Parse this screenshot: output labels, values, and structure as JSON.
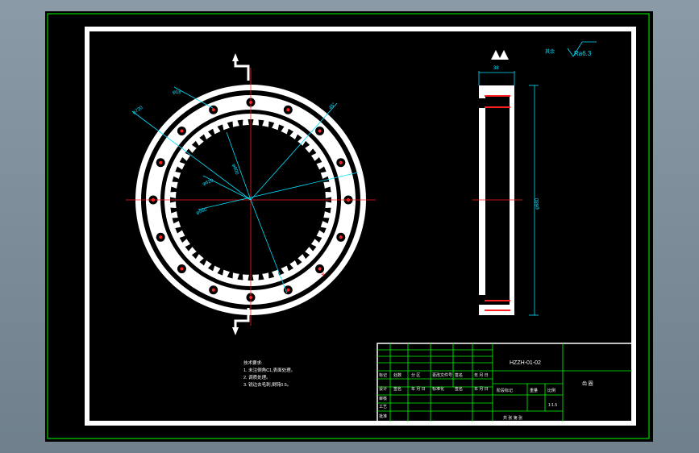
{
  "drawing": {
    "surface_finish": {
      "label": "其余",
      "value": "Ra6.3"
    },
    "dimensions": {
      "face_width": "38",
      "height": "φ680",
      "bolt_hole": "φ18",
      "outer": "φ800",
      "inner_a": "φ560",
      "inner_b": "φ620",
      "pitch": "φ720",
      "angle": "45°"
    },
    "notes": {
      "title": "技术要求:",
      "lines": [
        "1. 未注倒角C1,表面处理。",
        "2. 调质处理。",
        "3. 锐边去毛刺,倒钝0.5。"
      ]
    },
    "title_block": {
      "drawing_no": "HZZH-01-02",
      "part_name": "齿 圈",
      "scale": "1:1.5",
      "header_cells": [
        "标记",
        "处数",
        "分 区",
        "更改文件号",
        "签名",
        "年 月 日"
      ],
      "row2_cells": [
        "设计",
        "签名",
        "年 月 日",
        "标准化",
        "签名",
        "年 月 日"
      ],
      "left_labels": [
        "审核",
        "工艺",
        "批准"
      ],
      "mid_labels": [
        "阶段标记",
        "重量",
        "比例"
      ],
      "sheet_label": "共  张 第  张"
    }
  },
  "colors": {
    "frame": "#ffffff",
    "green": "#00ff00",
    "cyan": "#00e0ff",
    "red": "#ff2020",
    "bg": "#000000"
  }
}
